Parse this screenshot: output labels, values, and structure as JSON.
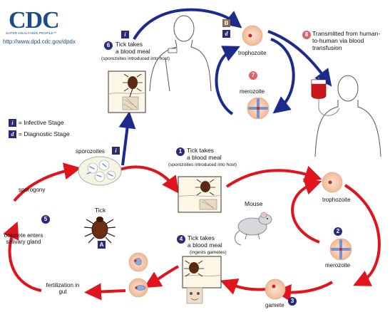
{
  "header": {
    "logo_text": "CDC",
    "logo_tagline": "SAFER·HEALTHIER·PEOPLE™",
    "url": "http://www.dpd.cdc.gov/dpdx"
  },
  "legend": {
    "infective_symbol": "i",
    "infective_label": "= Infective Stage",
    "diagnostic_symbol": "d",
    "diagnostic_label": "= Diagnostic Stage"
  },
  "human_cycle": {
    "step6_number": "6",
    "step6_title_1": "Tick takes",
    "step6_title_2": "a blood meal",
    "step6_note": "(sporozoites introduced into host)",
    "box_b": "B",
    "d_symbol": "d",
    "trophozoite": "trophozoite",
    "step7_number": "7",
    "merozoite": "merozoite",
    "step8_number": "8",
    "step8_text": "Transmitted from human-to-human via blood transfusion"
  },
  "mouse_cycle": {
    "sporozoites": "sporozoites",
    "i_symbol": "i",
    "step1_number": "1",
    "step1_title_1": "Tick takes",
    "step1_title_2": "a blood meal",
    "step1_note": "(sporozoites introduced into host)",
    "mouse": "Mouse",
    "trophozoite": "trophozoite",
    "step2_number": "2",
    "merozoite": "merozoite",
    "gamete": "gamete",
    "step3_number": "3"
  },
  "tick_cycle": {
    "sporogony": "sporogony",
    "step5_number": "5",
    "tick": "Tick",
    "box_a": "A",
    "ookinete": "ookinete enters salivary gland",
    "fertilization": "fertilization in gut",
    "step4_number": "4",
    "step4_title_1": "Tick takes",
    "step4_title_2": "a blood meal",
    "step4_note": "(ingests gametes)"
  },
  "colors": {
    "human_arrows": "#1c2a8c",
    "mouse_arrows": "#e0141c",
    "step_badge": "#2a2a7a",
    "transfusion_badge": "#e0606a",
    "cdc_blue": "#1a4b8c"
  }
}
